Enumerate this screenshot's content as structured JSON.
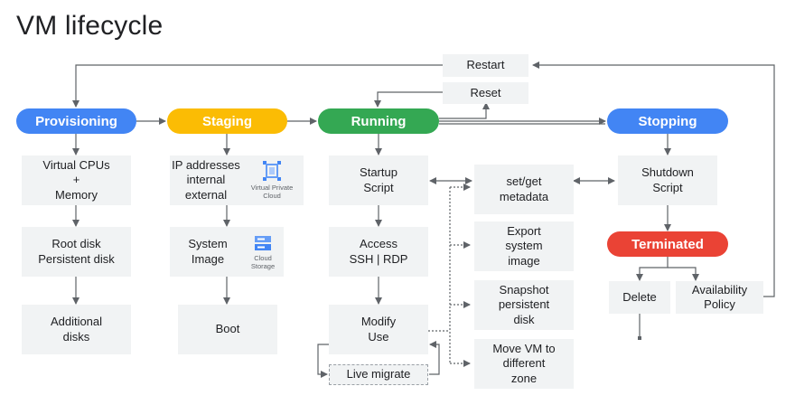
{
  "title": "VM lifecycle",
  "colors": {
    "provisioning": "#4285f4",
    "staging": "#fbbc04",
    "running": "#34a853",
    "stopping": "#4285f4",
    "terminated": "#ea4335",
    "box": "#f1f3f4",
    "line": "#5f6368"
  },
  "states": {
    "provisioning": "Provisioning",
    "staging": "Staging",
    "running": "Running",
    "stopping": "Stopping",
    "terminated": "Terminated"
  },
  "control": {
    "restart": "Restart",
    "reset": "Reset"
  },
  "provisioning_steps": {
    "cpu_memory": "Virtual CPUs\n+\nMemory",
    "disks": "Root disk\nPersistent disk",
    "additional": "Additional\ndisks"
  },
  "staging_steps": {
    "ip": "IP addresses\ninternal\nexternal",
    "image": "System\nImage",
    "boot": "Boot",
    "vpc_icon": "vpc-icon",
    "vpc_caption": "Virtual Private\nCloud",
    "storage_icon": "cloud-storage-icon",
    "storage_caption": "Cloud\nStorage"
  },
  "running_steps": {
    "startup": "Startup\nScript",
    "access": "Access\nSSH | RDP",
    "modify": "Modify\nUse",
    "live_migrate": "Live migrate"
  },
  "actions": {
    "metadata": "set/get\nmetadata",
    "export": "Export\nsystem\nimage",
    "snapshot": "Snapshot\npersistent\ndisk",
    "move": "Move VM to\ndifferent\nzone"
  },
  "stopping_steps": {
    "shutdown": "Shutdown\nScript"
  },
  "terminated_steps": {
    "delete": "Delete",
    "availability": "Availability\nPolicy"
  }
}
